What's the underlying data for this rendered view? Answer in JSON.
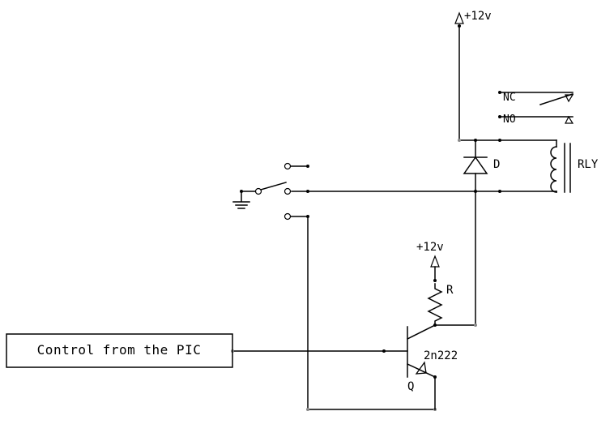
{
  "labels": {
    "supply_top": "+12v",
    "supply_mid": "+12v",
    "relay_nc": "NC",
    "relay_no": "NO",
    "diode": "D",
    "relay": "RLY",
    "resistor": "R",
    "transistor_part": "2n222",
    "transistor_ref": "Q",
    "control_input": "Control from the PIC"
  },
  "colors": {
    "line": "#000000",
    "background": "#ffffff",
    "node_gray": "#888888"
  }
}
